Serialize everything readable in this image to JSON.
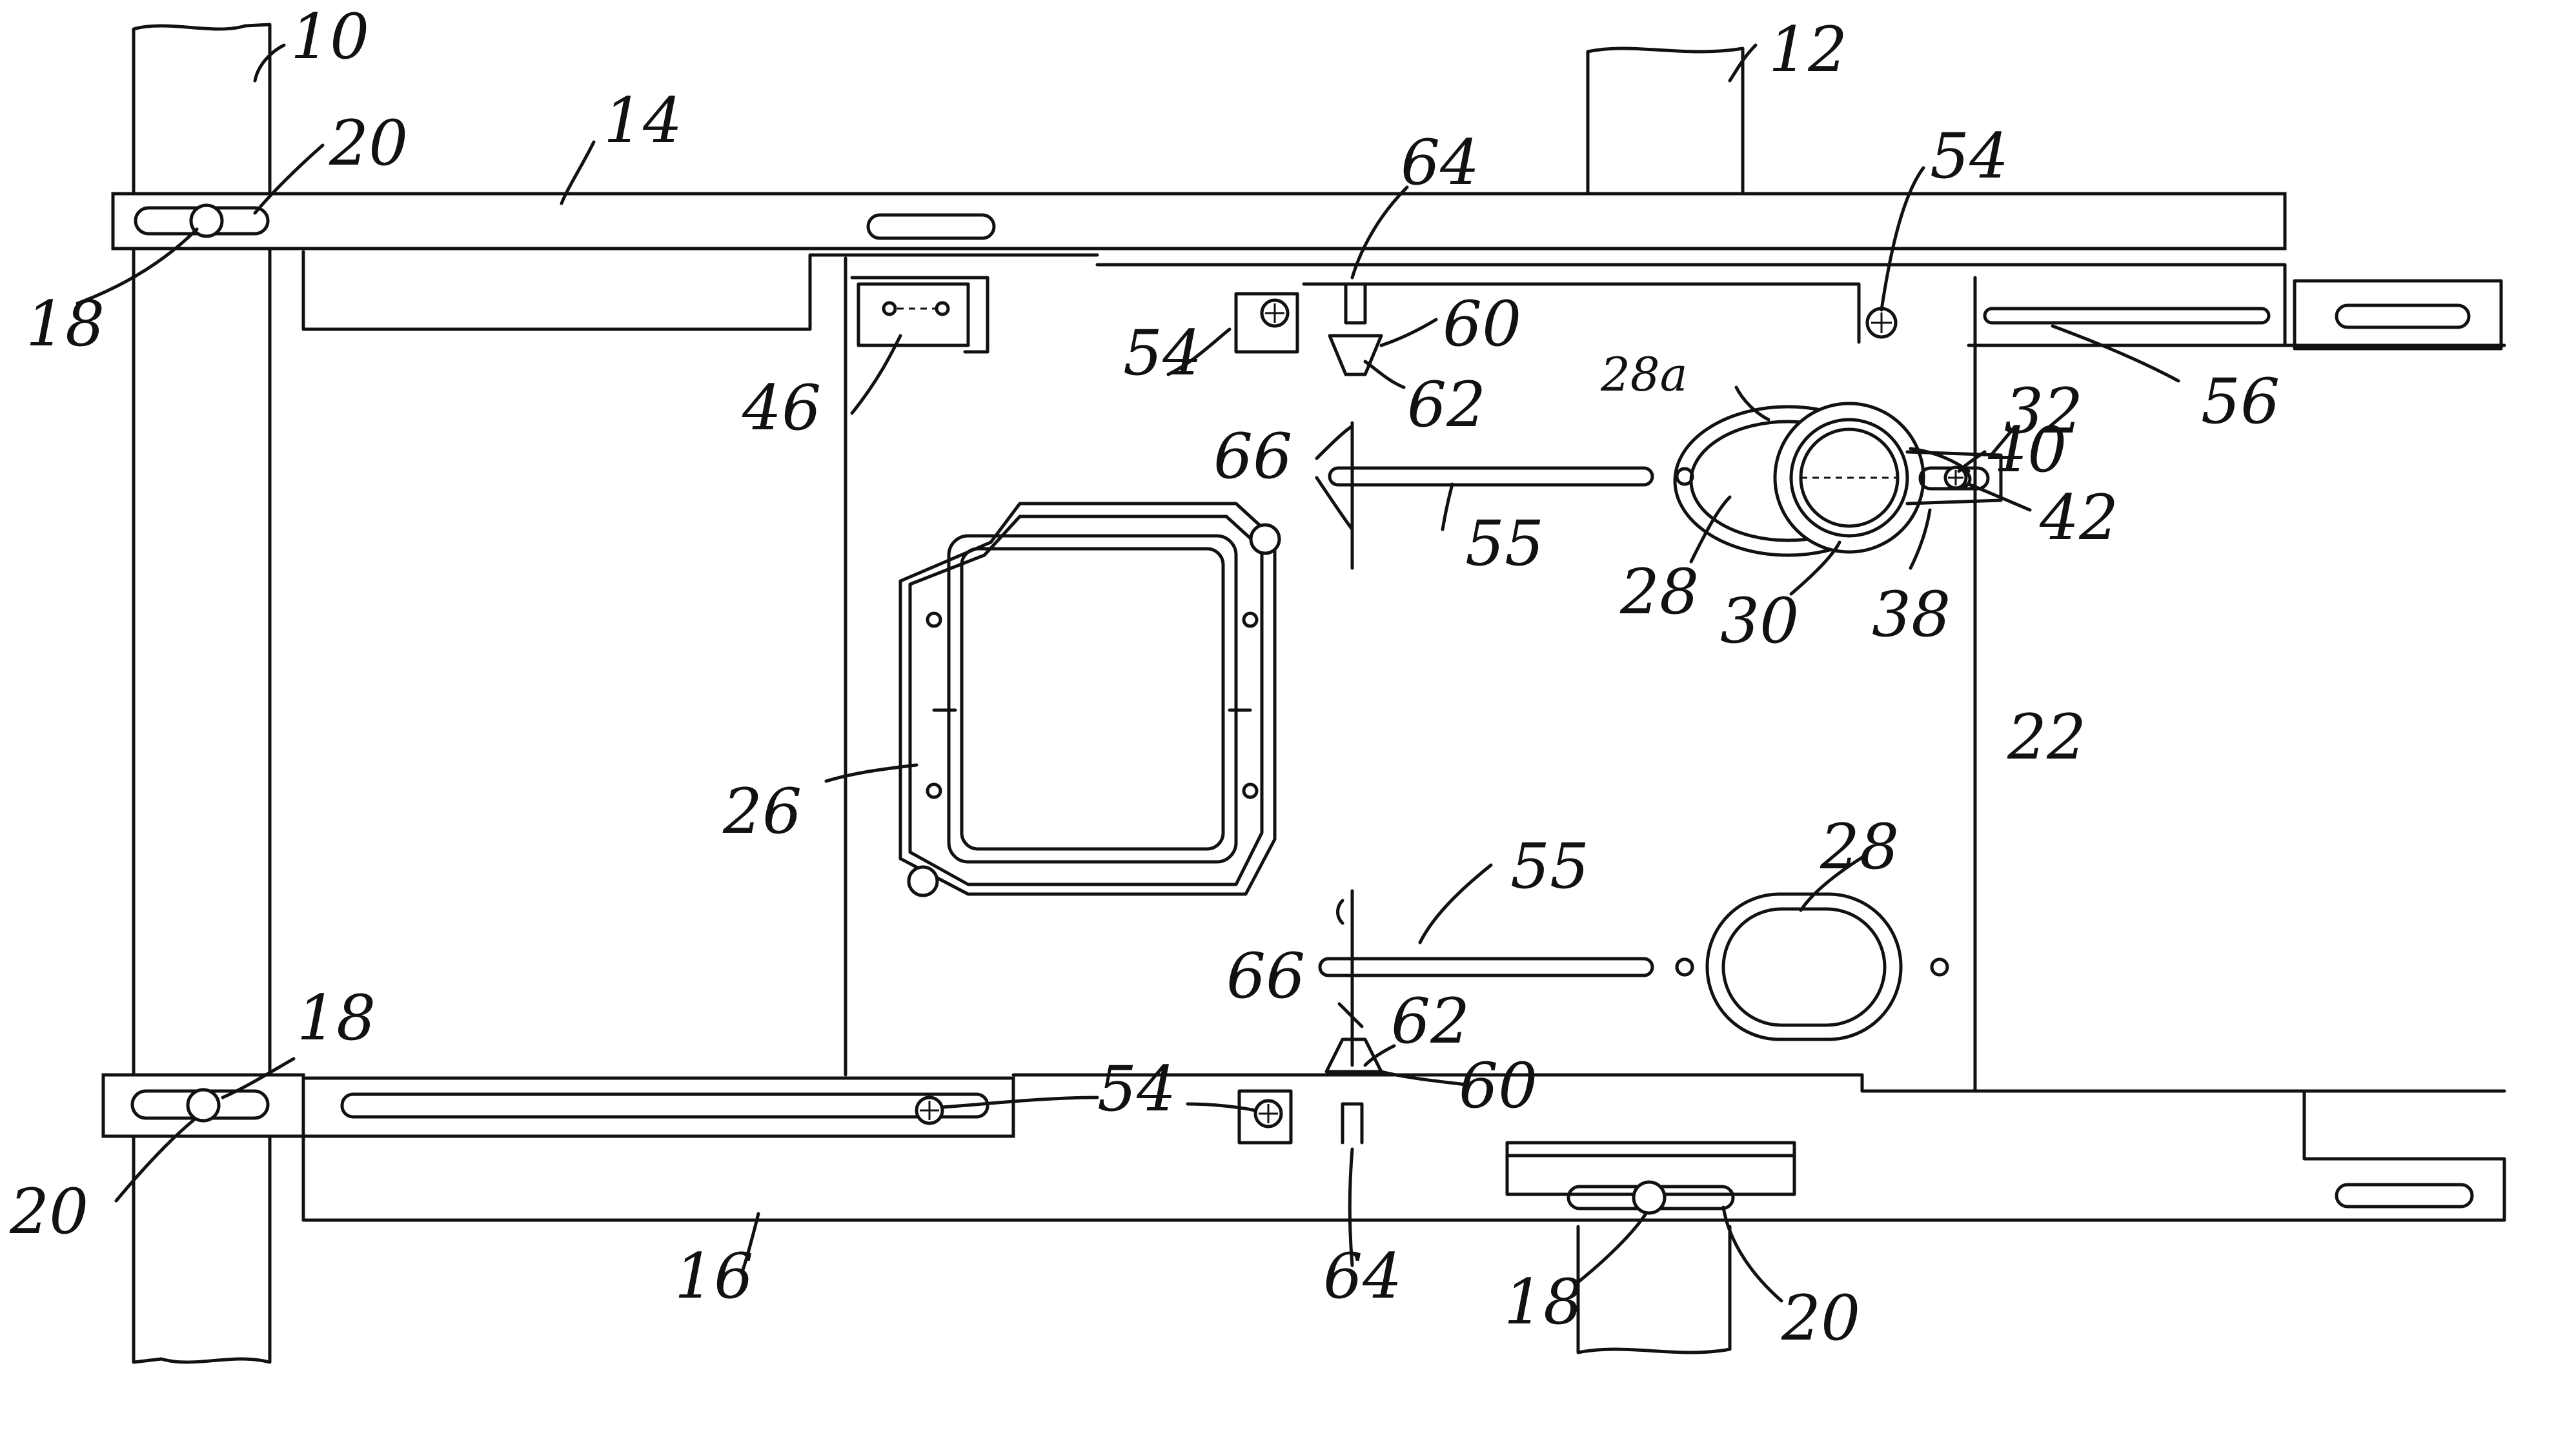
{
  "figure": {
    "labels": {
      "stud_left": "10",
      "stud_right": "12",
      "rail_top": "14",
      "rail_bottom": "16",
      "fastener_tl": "18",
      "fastener_bl": "18",
      "fastener_br": "18",
      "slot_tl": "20",
      "slot_bl": "20",
      "slot_br": "20",
      "plate": "22",
      "junction_box": "26",
      "opening_upper": "28",
      "opening_upper_a": "28a",
      "opening_lower": "28",
      "knockout": "30",
      "arrow_32": "32",
      "tab_38": "38",
      "screw_40": "40",
      "screw_42": "42",
      "bracket_46": "46",
      "screw_54_top_left": "54",
      "screw_54_top_right": "54",
      "screw_54_bottom_left": "54",
      "screw_54_bottom_center": "54",
      "score_upper": "55",
      "score_lower": "55",
      "slot_56": "56",
      "tab_60_top": "60",
      "tab_60_bottom": "60",
      "point_62_top": "62",
      "point_62_bottom": "62",
      "notch_64_top": "64",
      "notch_64_bottom": "64",
      "mark_66_upper": "66",
      "mark_66_lower": "66"
    }
  }
}
